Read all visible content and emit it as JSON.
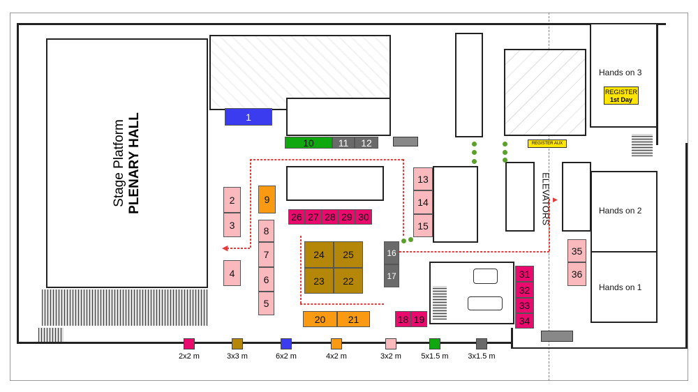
{
  "rooms": {
    "stage": "Stage Platform",
    "plenary": "PLENARY HALL",
    "hands3": "Hands on 3",
    "hands2": "Hands on 2",
    "hands1": "Hands on 1",
    "elevators": "ELEVATORS"
  },
  "signs": {
    "register_1": "REGISTER",
    "register_2": "1st Day",
    "register_aux": "REGISTER AUX"
  },
  "booths": {
    "b1": "1",
    "b2": "2",
    "b3": "3",
    "b4": "4",
    "b5": "5",
    "b6": "6",
    "b7": "7",
    "b8": "8",
    "b9": "9",
    "b10": "10",
    "b11": "11",
    "b12": "12",
    "b13": "13",
    "b14": "14",
    "b15": "15",
    "b16": "16",
    "b17": "17",
    "b18": "18",
    "b19": "19",
    "b20": "20",
    "b21": "21",
    "b22": "22",
    "b23": "23",
    "b24": "24",
    "b25": "25",
    "b26": "26",
    "b27": "27",
    "b28": "28",
    "b29": "29",
    "b30": "30",
    "b31": "31",
    "b32": "32",
    "b33": "33",
    "b34": "34",
    "b35": "35",
    "b36": "36"
  },
  "legend": [
    {
      "label": "2x2 m",
      "color": "#ea0a6e"
    },
    {
      "label": "3x3 m",
      "color": "#b58708"
    },
    {
      "label": "6x2 m",
      "color": "#3b3bf0"
    },
    {
      "label": "4x2 m",
      "color": "#f99a12"
    },
    {
      "label": "3x2 m",
      "color": "#f9b9bd"
    },
    {
      "label": "5x1.5 m",
      "color": "#0fa80f"
    },
    {
      "label": "3x1.5 m",
      "color": "#6a6a6a"
    }
  ]
}
